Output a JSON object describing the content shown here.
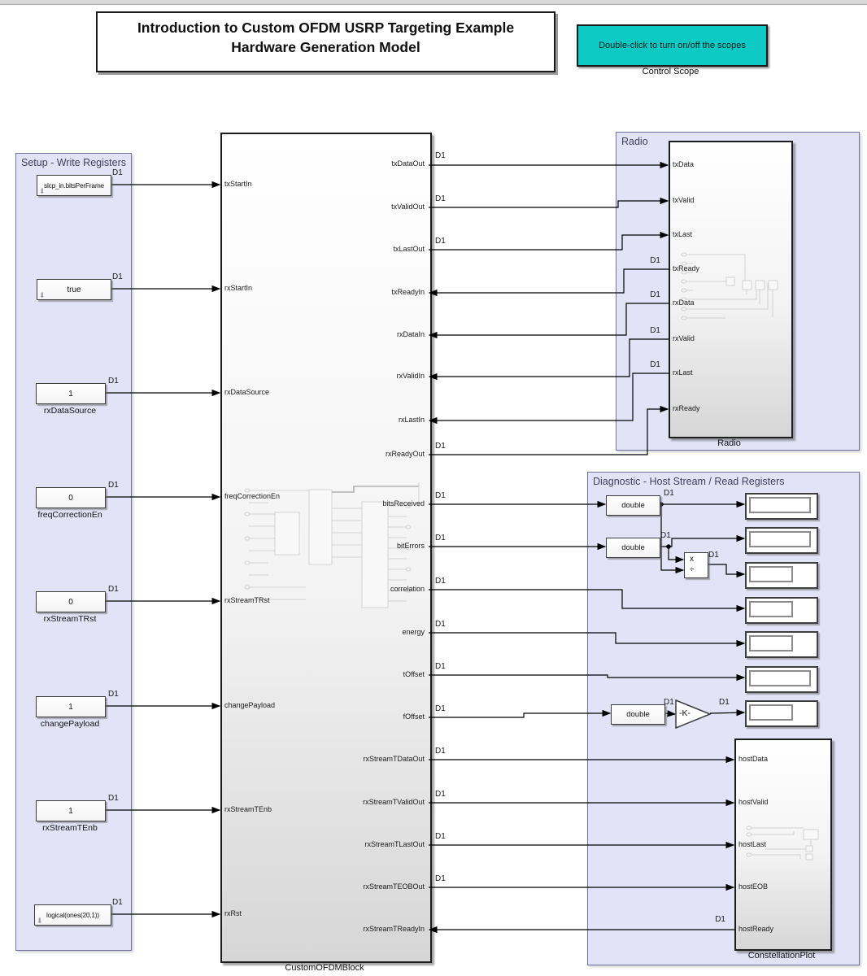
{
  "labels": {
    "d1": "D1"
  },
  "title_block": {
    "line1": "Introduction to Custom OFDM USRP Targeting Example",
    "line2": "Hardware Generation Model"
  },
  "control_scope": {
    "button_text": "Double-click to turn on/off the scopes",
    "label": "Control Scope",
    "color": "#0cc9c3"
  },
  "setup_panel": {
    "title": "Setup - Write Registers",
    "sources": [
      {
        "value": "slcp_in.bitsPerFrame",
        "label": ""
      },
      {
        "value": "true",
        "label": ""
      },
      {
        "value": "1",
        "label": "rxDataSource"
      },
      {
        "value": "0",
        "label": "freqCorrectionEn"
      },
      {
        "value": "0",
        "label": "rxStreamTRst"
      },
      {
        "value": "1",
        "label": "changePayload"
      },
      {
        "value": "1",
        "label": "rxStreamTEnb"
      },
      {
        "value": "logical(ones(20,1))",
        "label": ""
      }
    ]
  },
  "ofdm": {
    "label": "CustomOFDMBlock",
    "left_ports": [
      "txStartIn",
      "rxStartIn",
      "rxDataSource",
      "freqCorrectionEn",
      "rxStreamTRst",
      "changePayload",
      "rxStreamTEnb",
      "rxRst"
    ],
    "right_ports": [
      "txDataOut",
      "txValidOut",
      "txLastOut",
      "txReadyIn",
      "rxDataIn",
      "rxValidIn",
      "rxLastIn",
      "rxReadyOut",
      "bitsReceived",
      "bitErrors",
      "correlation",
      "energy",
      "tOffset",
      "fOffset",
      "rxStreamTDataOut",
      "rxStreamTValidOut",
      "rxStreamTLastOut",
      "rxStreamTEOBOut",
      "rxStreamTReadyIn"
    ]
  },
  "radio_panel": {
    "title": "Radio",
    "block_label": "Radio",
    "ports": [
      "txData",
      "txValid",
      "txLast",
      "txReady",
      "rxData",
      "rxValid",
      "rxLast",
      "rxReady"
    ]
  },
  "diagnostic_panel": {
    "title": "Diagnostic - Host Stream / Read Registers",
    "converter_label": "double",
    "divide_top": "x",
    "divide_bottom": "÷",
    "gain_label": "-K-"
  },
  "constellation": {
    "label": "ConstellationPlot",
    "ports": [
      "hostData",
      "hostValid",
      "hostLast",
      "hostEOB",
      "hostReady"
    ]
  },
  "colors": {
    "panel_fill": "#e3e3f8",
    "wire": "#000000",
    "scope_teal": "#0cc9c3"
  }
}
